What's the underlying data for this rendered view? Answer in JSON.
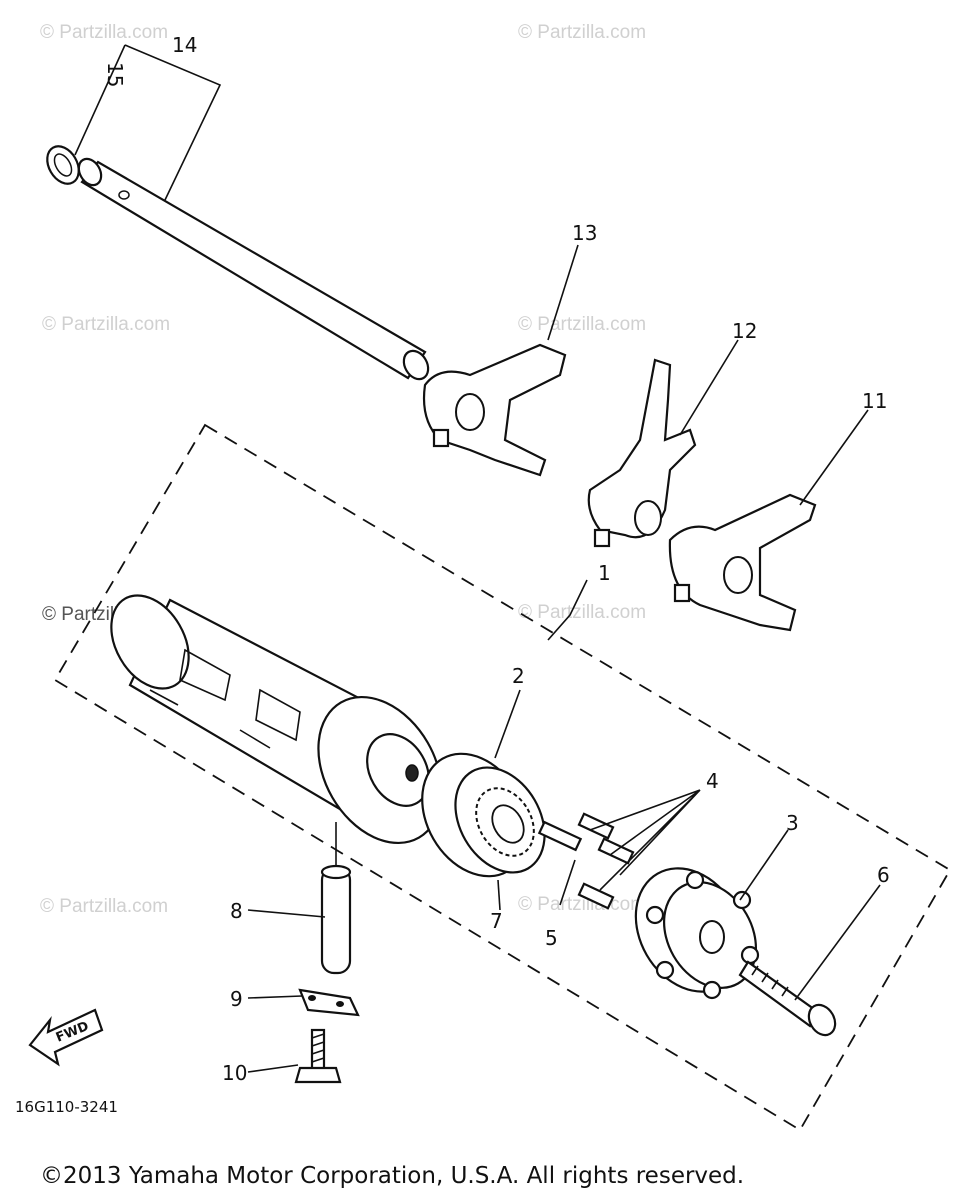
{
  "watermark": "© Partzilla.com",
  "diagram_code": "16G110-3241",
  "copyright": "©2013 Yamaha Motor Corporation, U.S.A. All rights reserved.",
  "fwd_label": "FWD",
  "callouts": [
    "1",
    "2",
    "3",
    "4",
    "5",
    "6",
    "7",
    "8",
    "9",
    "10",
    "11",
    "12",
    "13",
    "14",
    "15"
  ]
}
